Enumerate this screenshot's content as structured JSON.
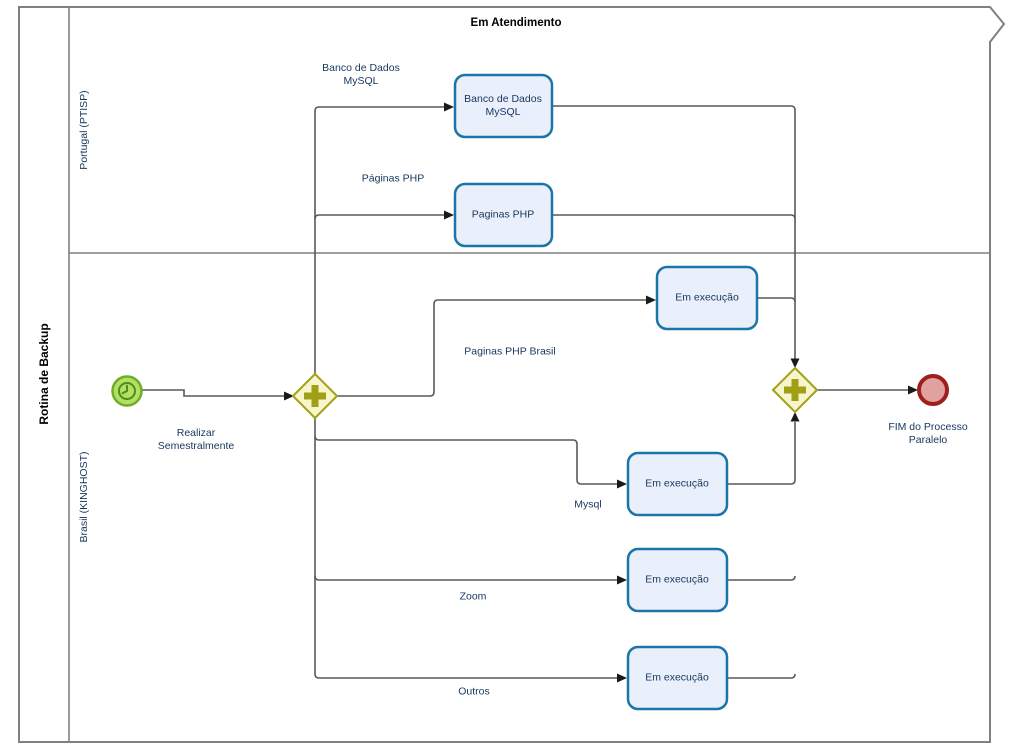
{
  "diagram": {
    "pool": {
      "title": "Rotina de Backup"
    },
    "phase": {
      "title": "Em Atendimento"
    },
    "lanes": [
      {
        "label": "Portugal (PTISP)"
      },
      {
        "label": "Brasil  (KINGHOST)"
      }
    ],
    "events": {
      "start": {
        "type": "timer-start-event",
        "label": "Realizar\nSemestralmente"
      },
      "end": {
        "type": "end-event",
        "label": "FIM do Processo\nParalelo"
      }
    },
    "gateways": [
      {
        "type": "parallel-diverging"
      },
      {
        "type": "parallel-converging"
      }
    ],
    "tasks": [
      {
        "label": "Banco de Dados\nMySQL"
      },
      {
        "label": "Paginas PHP"
      },
      {
        "label": "Em execução"
      },
      {
        "label": "Em execução"
      },
      {
        "label": "Em execução"
      },
      {
        "label": "Em execução"
      }
    ],
    "flow_labels": {
      "banco": "Banco de Dados\nMySQL",
      "paginas": "Páginas PHP",
      "paginas_brasil": "Paginas PHP Brasil",
      "mysql": "Mysql",
      "zoom": "Zoom",
      "outros": "Outros"
    }
  },
  "colors": {
    "frame": "#808080",
    "connector": "#595959",
    "arrow": "#1a1a1a",
    "task_fill": "#e9effb",
    "task_border": "#1b75a5",
    "gateway_fill": "#f6f5cb",
    "gateway_border": "#a2a018",
    "gateway_plus": "#a0a016",
    "start_fill": "#b3e063",
    "start_border": "#6cae29",
    "start_icon": "#4e8d1d",
    "end_fill": "#e2a1a1",
    "end_border": "#9e201e",
    "label_text": "#17365d"
  }
}
